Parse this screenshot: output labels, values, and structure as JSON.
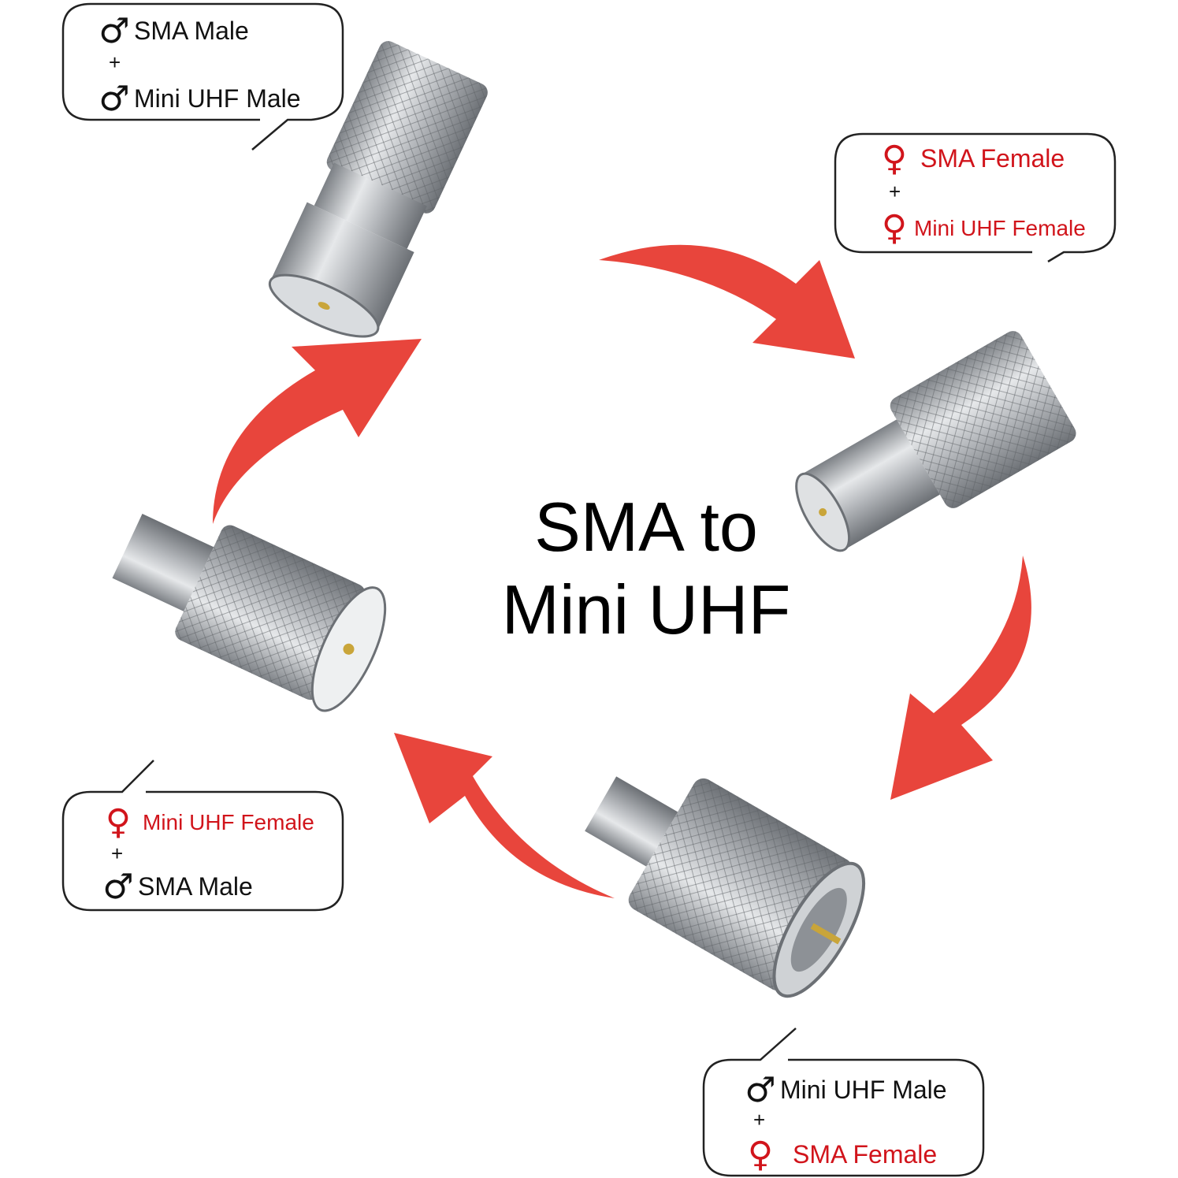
{
  "title": {
    "line1": "SMA to",
    "line2": "Mini UHF"
  },
  "colors": {
    "arrow": "#e8453c",
    "female_text": "#d1141b",
    "male_text": "#111111",
    "metal": "#b9bcc0"
  },
  "callouts": [
    {
      "id": "top-left",
      "lines": [
        {
          "symbol": "♂",
          "label": "SMA Male",
          "gender": "male"
        },
        {
          "symbol": "♂",
          "label": "Mini UHF Male",
          "gender": "male"
        }
      ],
      "joiner": "+"
    },
    {
      "id": "top-right",
      "lines": [
        {
          "symbol": "♀",
          "label": "SMA Female",
          "gender": "female"
        },
        {
          "symbol": "♀",
          "label": "Mini UHF Female",
          "gender": "female"
        }
      ],
      "joiner": "+"
    },
    {
      "id": "bottom-left",
      "lines": [
        {
          "symbol": "♀",
          "label": "Mini UHF Female",
          "gender": "female"
        },
        {
          "symbol": "♂",
          "label": "SMA Male",
          "gender": "male"
        }
      ],
      "joiner": "+"
    },
    {
      "id": "bottom-right",
      "lines": [
        {
          "symbol": "♂",
          "label": "Mini UHF Male",
          "gender": "male"
        },
        {
          "symbol": "♀",
          "label": "SMA Female",
          "gender": "female"
        }
      ],
      "joiner": "+"
    }
  ]
}
